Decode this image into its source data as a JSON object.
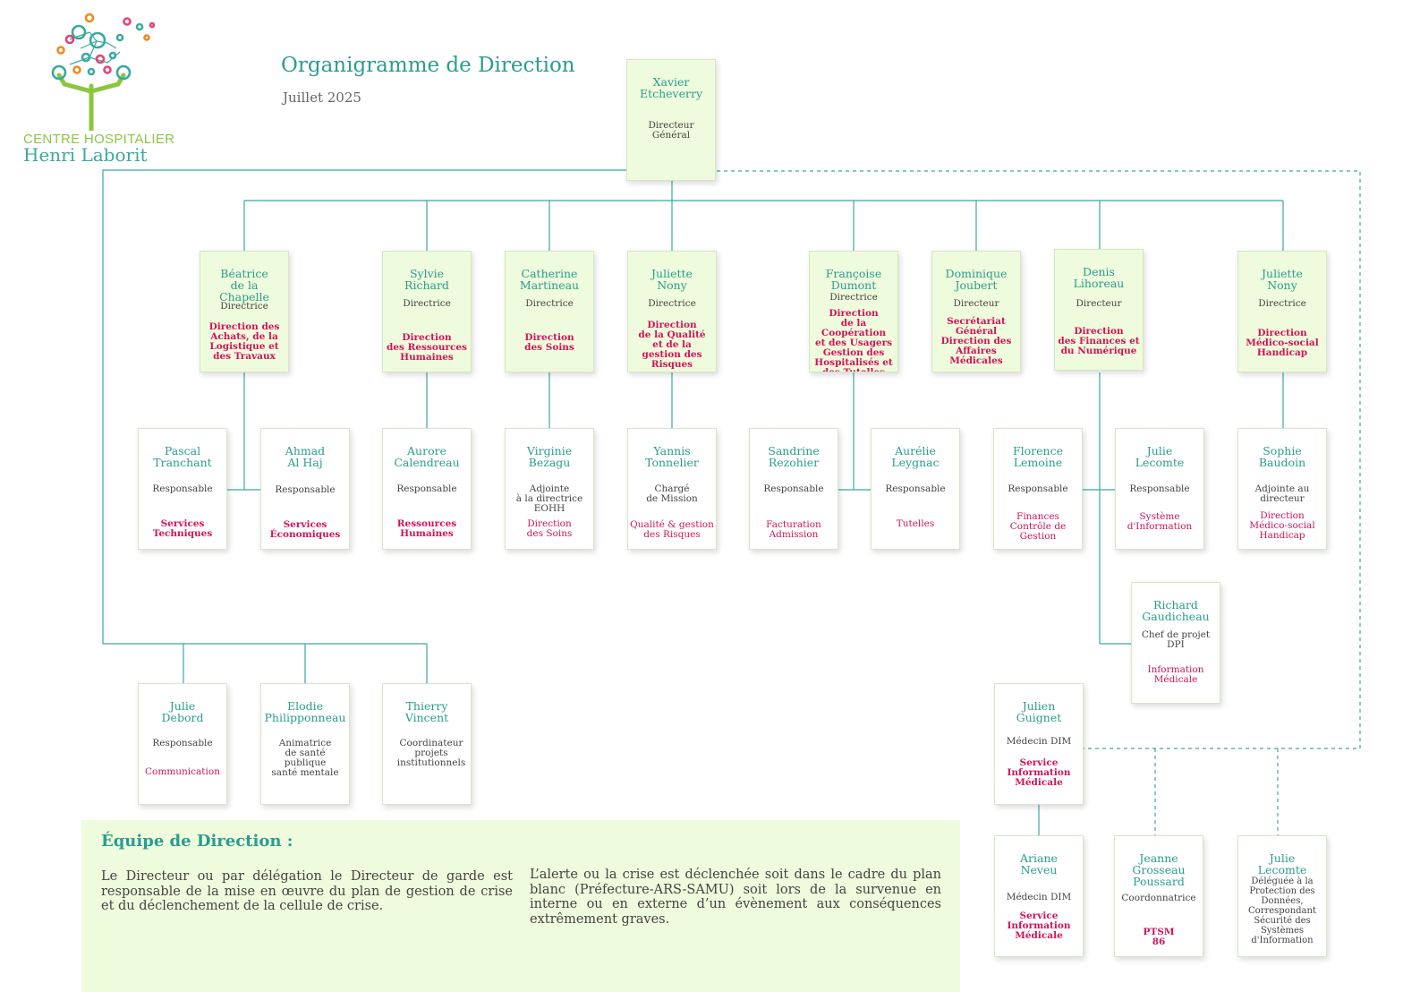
{
  "logo": {
    "line1": "CENTRE HOSPITALIER",
    "line2": "Henri Laborit"
  },
  "header": {
    "title": "Organigramme de Direction",
    "date": "Juillet 2025"
  },
  "colors": {
    "teal": "#2a9d8f",
    "pink": "#d0145a",
    "green_bg": "#eefbdc"
  },
  "nodes": [
    {
      "id": "etcheverry",
      "name": "Xavier\nEtcheverry",
      "role": "Directeur\nGénéral",
      "dept": ""
    },
    {
      "id": "chapelle",
      "name": "Béatrice\nde la\nChapelle",
      "role": "Directrice",
      "dept": "Direction des\nAchats, de la\nLogistique et\ndes Travaux"
    },
    {
      "id": "richard",
      "name": "Sylvie\nRichard",
      "role": "Directrice",
      "dept": "Direction\ndes Ressources\nHumaines"
    },
    {
      "id": "martineau",
      "name": "Catherine\nMartineau",
      "role": "Directrice",
      "dept": "Direction\ndes Soins"
    },
    {
      "id": "nony1",
      "name": "Juliette\nNony",
      "role": "Directrice",
      "dept": "Direction\nde la Qualité\net de la\ngestion des\nRisques"
    },
    {
      "id": "dumont",
      "name": "Françoise\nDumont",
      "role": "Directrice",
      "dept": "Direction\nde la Coopération\net des Usagers\nGestion des\nHospitalisés et\ndes Tutelles"
    },
    {
      "id": "joubert",
      "name": "Dominique\nJoubert",
      "role": "Directeur",
      "dept": "Secrétariat\nGénéral\nDirection des\nAffaires\nMédicales"
    },
    {
      "id": "lihoreau",
      "name": "Denis\nLihoreau",
      "role": "Directeur",
      "dept": "Direction\ndes Finances et\ndu Numérique"
    },
    {
      "id": "nony2",
      "name": "Juliette\nNony",
      "role": "Directrice",
      "dept": "Direction\nMédico-social\nHandicap"
    },
    {
      "id": "tranchant",
      "name": "Pascal\nTranchant",
      "role": "Responsable",
      "dept": "Services\nTechniques"
    },
    {
      "id": "alhaj",
      "name": "Ahmad\nAl Haj",
      "role": "Responsable",
      "dept": "Services\nÉconomiques"
    },
    {
      "id": "calendreau",
      "name": "Aurore\nCalendreau",
      "role": "Responsable",
      "dept": "Ressources\nHumaines"
    },
    {
      "id": "bezagu",
      "name": "Virginie\nBezagu",
      "role": "Adjointe\nà la directrice\nEOHH",
      "dept": "Direction\ndes Soins"
    },
    {
      "id": "tonnelier",
      "name": "Yannis\nTonnelier",
      "role": "Chargé\nde Mission",
      "dept": "Qualité & gestion\ndes Risques"
    },
    {
      "id": "rezohier",
      "name": "Sandrine\nRezohier",
      "role": "Responsable",
      "dept": "Facturation\nAdmission"
    },
    {
      "id": "leygnac",
      "name": "Aurélie\nLeygnac",
      "role": "Responsable",
      "dept": "Tutelles"
    },
    {
      "id": "lemoine",
      "name": "Florence\nLemoine",
      "role": "Responsable",
      "dept": "Finances\nContrôle de\nGestion"
    },
    {
      "id": "lecomte1",
      "name": "Julie\nLecomte",
      "role": "Responsable",
      "dept": "Système\nd'Information"
    },
    {
      "id": "baudoin",
      "name": "Sophie\nBaudoin",
      "role": "Adjointe au\ndirecteur",
      "dept": "Direction\nMédico-social\nHandicap"
    },
    {
      "id": "gaudicheau",
      "name": "Richard\nGaudicheau",
      "role": "Chef de projet\nDPI",
      "dept": "Information\nMédicale"
    },
    {
      "id": "debord",
      "name": "Julie\nDebord",
      "role": "Responsable",
      "dept": "Communication"
    },
    {
      "id": "philipponneau",
      "name": "Elodie\nPhilipponneau",
      "role": "Animatrice\nde santé publique\nsanté mentale",
      "dept": ""
    },
    {
      "id": "vincent",
      "name": "Thierry\nVincent",
      "role": "Coordinateur\nprojets\ninstitutionnels",
      "dept": ""
    },
    {
      "id": "guignet",
      "name": "Julien\nGuignet",
      "role": "Médecin DIM",
      "dept": "Service\nInformation\nMédicale"
    },
    {
      "id": "neveu",
      "name": "Ariane\nNeveu",
      "role": "Médecin DIM",
      "dept": "Service\nInformation\nMédicale"
    },
    {
      "id": "poussard",
      "name": "Jeanne\nGrosseau\nPoussard",
      "role": "Coordonnatrice",
      "dept": "PTSM\n86"
    },
    {
      "id": "lecomte2",
      "name": "Julie\nLecomte",
      "role": "Déléguée à la\nProtection des\nDonnées,\nCorrespondant\nSécurité des\nSystèmes\nd'Information",
      "dept": ""
    }
  ],
  "panel": {
    "heading": "Équipe de Direction :",
    "col1": "Le Directeur ou par délégation le Directeur de garde est responsable de la mise en œuvre du plan de gestion de crise et du déclenchement de la cellule de crise.",
    "col2": "L’alerte ou la crise est déclenchée soit dans le cadre du plan blanc (Préfecture-ARS-SAMU) soit lors de la survenue en interne ou en externe d’un évènement aux conséquences extrêmement graves."
  }
}
